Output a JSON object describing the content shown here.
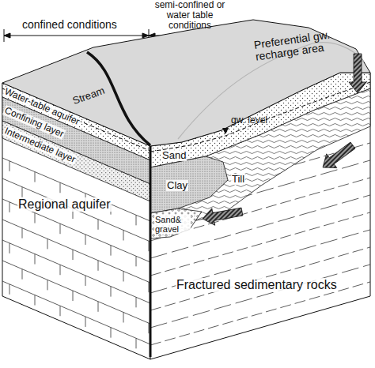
{
  "diagram": {
    "labels": [
      "confined conditions",
      "semi-confined or water table conditions",
      "Preferential gw. recharge area",
      "Water-table aquifer",
      "Stream",
      "Confining layer",
      "Intermediate layer",
      "Sand",
      "gw. level",
      "Clay",
      "Till",
      "Sand& gravel",
      "Regional aquifer",
      "Fractured sedimentary rocks"
    ]
  }
}
